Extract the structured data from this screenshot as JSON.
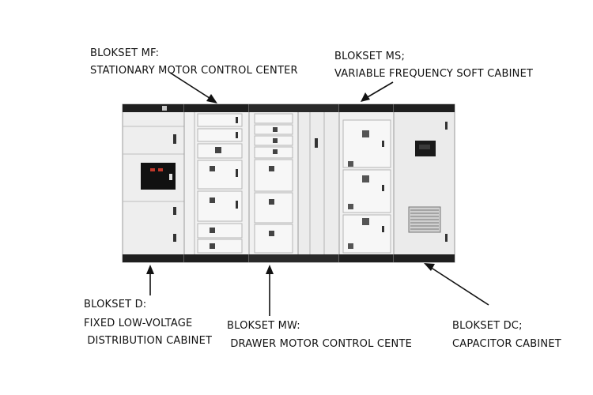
{
  "labels": {
    "mf": {
      "line1": "BLOKSET MF:",
      "line2": "STATIONARY MOTOR CONTROL CENTER"
    },
    "ms": {
      "line1": "BLOKSET MS;",
      "line2": "VARIABLE FREQUENCY SOFT CABINET"
    },
    "d": {
      "line1": "BLOKSET D:",
      "line2": "FIXED LOW-VOLTAGE",
      "line3": " DISTRIBUTION CABINET"
    },
    "mw": {
      "line1": "BLOKSET MW:",
      "line2": " DRAWER MOTOR CONTROL CENTE"
    },
    "dc": {
      "line1": "BLOKSET DC;",
      "line2": "CAPACITOR CABINET"
    }
  }
}
